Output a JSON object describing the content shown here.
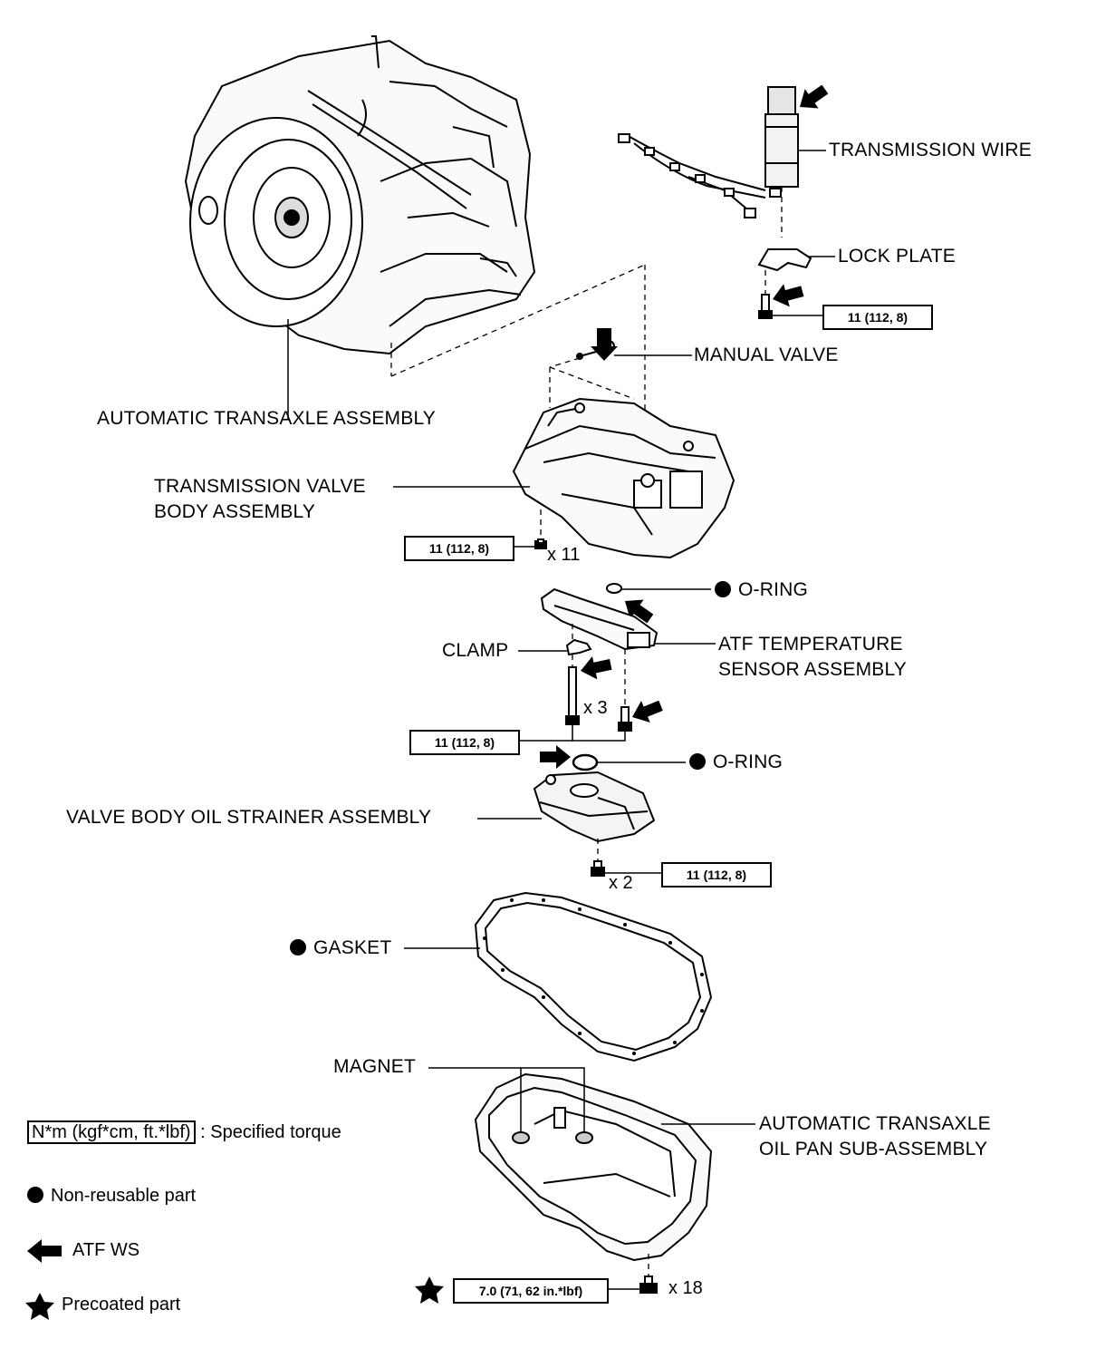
{
  "labels": {
    "transmission_wire": "TRANSMISSION WIRE",
    "lock_plate": "LOCK PLATE",
    "manual_valve": "MANUAL VALVE",
    "automatic_transaxle_assembly": "AUTOMATIC TRANSAXLE ASSEMBLY",
    "valve_body_line1": "TRANSMISSION VALVE",
    "valve_body_line2": "BODY ASSEMBLY",
    "o_ring_upper": "O-RING",
    "clamp": "CLAMP",
    "atf_sensor_line1": "ATF TEMPERATURE",
    "atf_sensor_line2": "SENSOR ASSEMBLY",
    "o_ring_lower": "O-RING",
    "strainer": "VALVE BODY OIL STRAINER ASSEMBLY",
    "gasket": "GASKET",
    "magnet": "MAGNET",
    "oil_pan_line1": "AUTOMATIC TRANSAXLE",
    "oil_pan_line2": "OIL PAN SUB-ASSEMBLY"
  },
  "torque": {
    "lock_plate_bolt": "11 (112, 8)",
    "valve_body_bolts": "11 (112, 8)",
    "sensor_bolts": "11 (112, 8)",
    "strainer_bolts": "11 (112, 8)",
    "oil_pan_bolts": "7.0 (71, 62 in.*lbf)"
  },
  "quantities": {
    "valve_body": "x 11",
    "sensor": "x 3",
    "strainer": "x 2",
    "oil_pan": "x 18"
  },
  "legend": {
    "torque_unit": "N*m (kgf*cm, ft.*lbf)",
    "torque_desc": ": Specified torque",
    "non_reusable": "Non-reusable part",
    "atf": "ATF WS",
    "precoated": "Precoated part"
  }
}
